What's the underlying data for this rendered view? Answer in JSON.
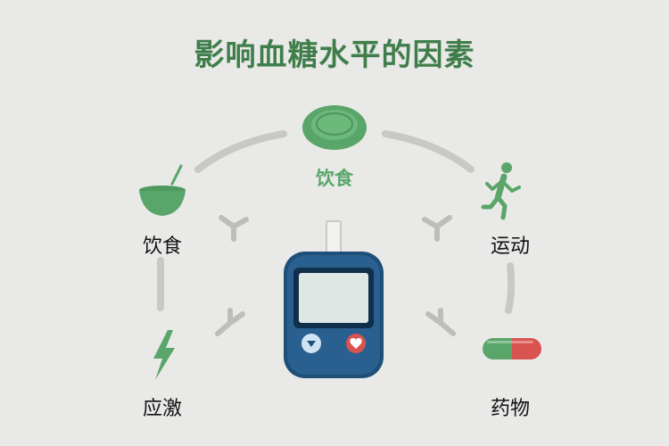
{
  "title": "影响血糖水平的因素",
  "factors": {
    "top": "饮食",
    "left_top": "饮食",
    "right_top": "运动",
    "left_bottom": "应激",
    "right_bottom": "药物"
  },
  "icons": {
    "top": "plate-icon",
    "left_top": "bowl-icon",
    "right_top": "running-person-icon",
    "left_bottom": "lightning-icon",
    "right_bottom": "capsule-icon",
    "center": "glucose-meter-icon"
  },
  "colors": {
    "title": "#3f7e4b",
    "icon_green": "#5aa66a",
    "meter_blue": "#1f4f78",
    "capsule_red": "#d9534f",
    "arc_gray": "#c9c9c7"
  }
}
